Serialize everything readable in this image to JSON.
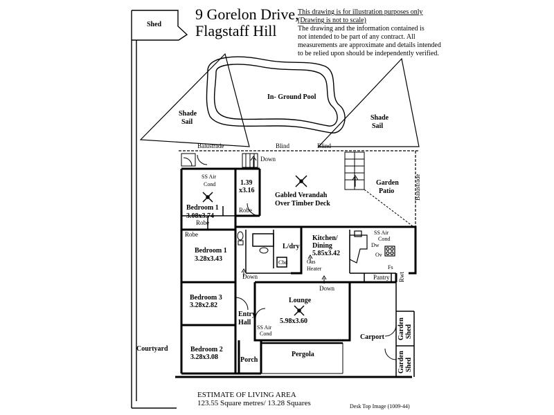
{
  "title": {
    "line1": "9 Gorelon Drive,",
    "line2": "Flagstaff Hill"
  },
  "disclaimer": {
    "line1": "This drawing is for illustration purposes only",
    "line2": "(Drawing is not to scale)",
    "line3": "The drawing and the information contained is",
    "line4": "not intended to be part of any contract. All",
    "line5": "measurements are approximate and details intended",
    "line6": "to be relied upon should be independently verified."
  },
  "outdoor": {
    "shed": "Shed",
    "pool": "In- Ground Pool",
    "shade_sail_left": [
      "Shade",
      "Sail"
    ],
    "shade_sail_right": [
      "Shade",
      "Sail"
    ],
    "balustrade_top": "Balustrade",
    "blind_1": "Blind",
    "blind_2": "Blind",
    "balustrade_side": "Balustrade",
    "down_top": "Down",
    "verandah": [
      "Gabled Verandah",
      "Over Timber Deck"
    ],
    "garden_patio": [
      "Garden",
      "Patio"
    ],
    "courtyard": "Courtyard",
    "carport": "Carport",
    "pergola": "Pergola",
    "porch": "Porch",
    "garden_shed_1": [
      "Garden",
      "Shed"
    ],
    "garden_shed_2": [
      "Garden",
      "Shed"
    ]
  },
  "rooms": {
    "master_aircon": [
      "SS Air",
      "Cond"
    ],
    "bedroom1_top": {
      "name": "Bedroom 1",
      "size": "3.08x3.74"
    },
    "small_room": {
      "name": "1.39",
      "size": "x3.16"
    },
    "robe_1": "Robe",
    "robe_2": "Robe",
    "robe_3": "Robe",
    "bedroom1_lower": {
      "name": "Bedroom 1",
      "size": "3.28x3.43"
    },
    "ldry": "L/dry",
    "cbd": "Cbd",
    "kitchen": {
      "name": "Kitchen/",
      "name2": "Dining",
      "size": "5.85x3.42"
    },
    "gas_heater": [
      "Gas",
      "Heater"
    ],
    "kitchen_aircon": [
      "SS Air",
      "Cond"
    ],
    "dw": "Dw",
    "ov": "Ov",
    "fs": "Fs",
    "pantry": "Pantry",
    "rwt": "Rwt",
    "down_hall": "Down",
    "down_lounge": "Down",
    "bedroom3": {
      "name": "Bedroom 3",
      "size": "3.28x2.82"
    },
    "entry": [
      "Entry",
      "Hall"
    ],
    "lounge": {
      "name": "Lounge",
      "size": "5.98x3.60"
    },
    "lounge_aircon": [
      "SS Air",
      "Cond"
    ],
    "bedroom2": {
      "name": "Bedroom 2",
      "size": "3.28x3.08"
    }
  },
  "footer": {
    "area_heading": "ESTIMATE OF LIVING AREA",
    "area_value": "123.55 Square metres/ 13.28 Squares",
    "image_ref": "Desk Top Image   (1009-44)"
  }
}
